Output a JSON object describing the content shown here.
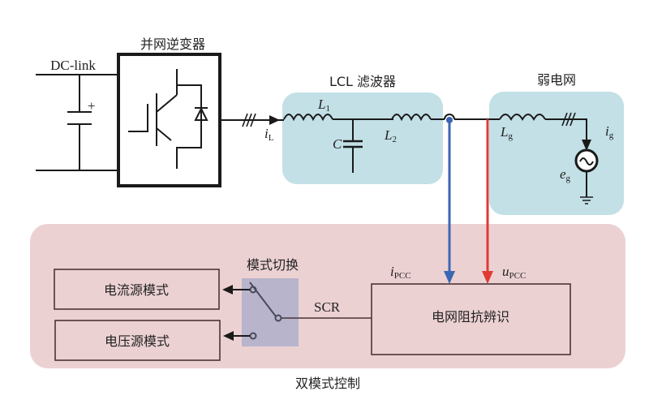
{
  "labels": {
    "inverter_title": "并网逆变器",
    "dc_link": "DC-link",
    "cap_plus": "+",
    "lcl_title": "LCL 滤波器",
    "weak_grid_title": "弱电网",
    "L1": "L",
    "L1_sub": "1",
    "L2": "L",
    "L2_sub": "2",
    "C": "C",
    "iL": "i",
    "iL_sub": "L",
    "Lg": "L",
    "Lg_sub": "g",
    "ig": "i",
    "ig_sub": "g",
    "eg": "e",
    "eg_sub": "g",
    "mode_switch_title": "模式切换",
    "current_source_mode": "电流源模式",
    "voltage_source_mode": "电压源模式",
    "scr": "SCR",
    "impedance_id": "电网阻抗辨识",
    "ipcc": "i",
    "ipcc_sub": "PCC",
    "upcc": "u",
    "upcc_sub": "PCC",
    "dual_mode_control": "双模式控制"
  },
  "colors": {
    "lcl_region": "#c2e0e6",
    "grid_region": "#c2e0e6",
    "control_region": "#ecd1d3",
    "switch_region": "#b7b4cc",
    "current_signal": "#3b66b4",
    "voltage_signal": "#e03a35"
  }
}
